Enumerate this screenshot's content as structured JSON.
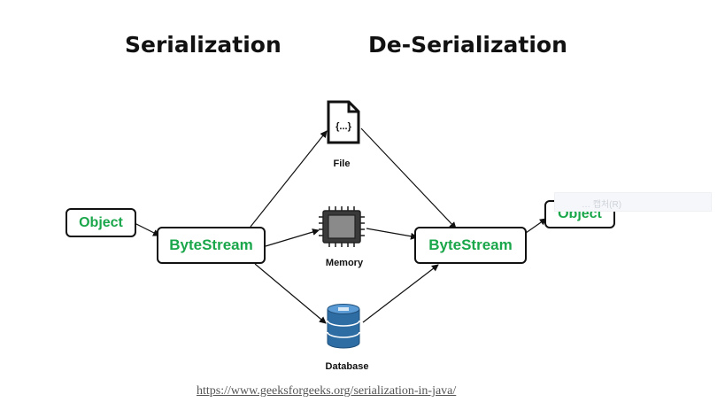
{
  "titles": {
    "serialization": "Serialization",
    "deserialization": "De-Serialization"
  },
  "nodes": {
    "object_left": "Object",
    "bytestream_left": "ByteStream",
    "bytestream_right": "ByteStream",
    "object_right": "Object"
  },
  "storage": {
    "file": {
      "label": "File",
      "icon": "file-icon",
      "glyph": "{...}"
    },
    "memory": {
      "label": "Memory",
      "icon": "chip-icon"
    },
    "database": {
      "label": "Database",
      "icon": "database-icon"
    }
  },
  "ghost_text": "… 캡처(R)",
  "source_link": "https://www.geeksforgeeks.org/serialization-in-java/",
  "colors": {
    "node_text": "#1aa64a",
    "border": "#111111",
    "db_blue": "#2e6da4"
  }
}
